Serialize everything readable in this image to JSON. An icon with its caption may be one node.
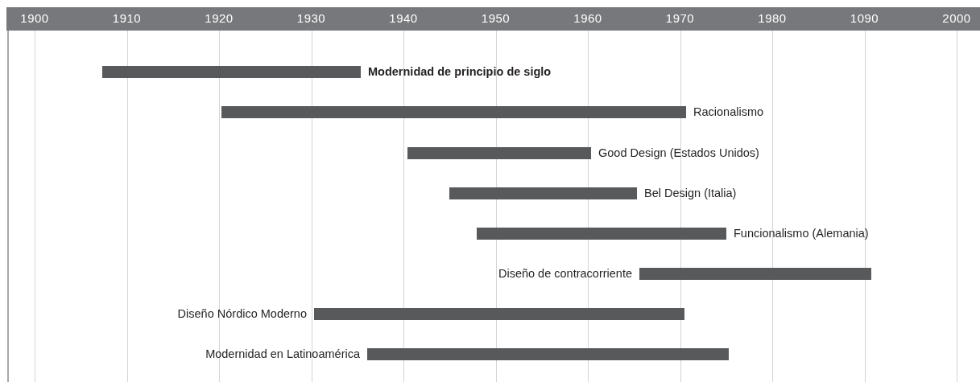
{
  "diagram": {
    "nodes": [
      {
        "text": [],
        "shape": "bar",
        "beside": [
          "Modernidad de principio de siglo"
        ]
      },
      {
        "text": [],
        "shape": "bar",
        "beside": [
          "Racionalismo"
        ]
      },
      {
        "text": [],
        "shape": "bar",
        "beside": [
          "Good Design (Estados Unidos)"
        ]
      },
      {
        "text": [],
        "shape": "bar",
        "beside": [
          "Bel Design (Italia)"
        ]
      },
      {
        "text": [],
        "shape": "bar",
        "beside": [
          "Funcionalismo (Alemania)"
        ]
      },
      {
        "text": [],
        "shape": "bar",
        "beside": [
          "Diseño de contracorriente"
        ]
      },
      {
        "text": [],
        "shape": "bar",
        "beside": [
          "Diseño Nórdico Moderno"
        ]
      },
      {
        "text": [],
        "shape": "bar",
        "beside": [
          "Modernidad en Latinoamérica"
        ]
      }
    ],
    "labels": [
      "1900",
      "1910",
      "1920",
      "1930",
      "1940",
      "1950",
      "1960",
      "1970",
      "1980",
      "1090",
      "2000"
    ]
  }
}
